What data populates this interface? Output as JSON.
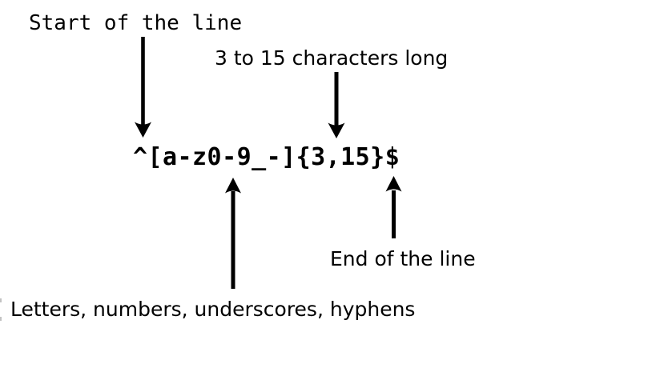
{
  "canvas": {
    "background": "#ffffff",
    "ink": "#000000"
  },
  "diagram": {
    "type": "regex-annotation-diagram",
    "regex": "^[a-z0-9_-]{3,15}$",
    "annotations": [
      {
        "id": "start-of-line",
        "label": "Start of the line",
        "points_to": "^",
        "arrow_direction": "down"
      },
      {
        "id": "length",
        "label": "3 to 15 characters long",
        "points_to": "{3,15}",
        "arrow_direction": "down"
      },
      {
        "id": "charset",
        "label": "Letters, numbers, underscores, hyphens",
        "points_to": "[a-z0-9_-]",
        "arrow_direction": "up"
      },
      {
        "id": "end-of-line",
        "label": "End of the line",
        "points_to": "$",
        "arrow_direction": "up"
      }
    ]
  }
}
